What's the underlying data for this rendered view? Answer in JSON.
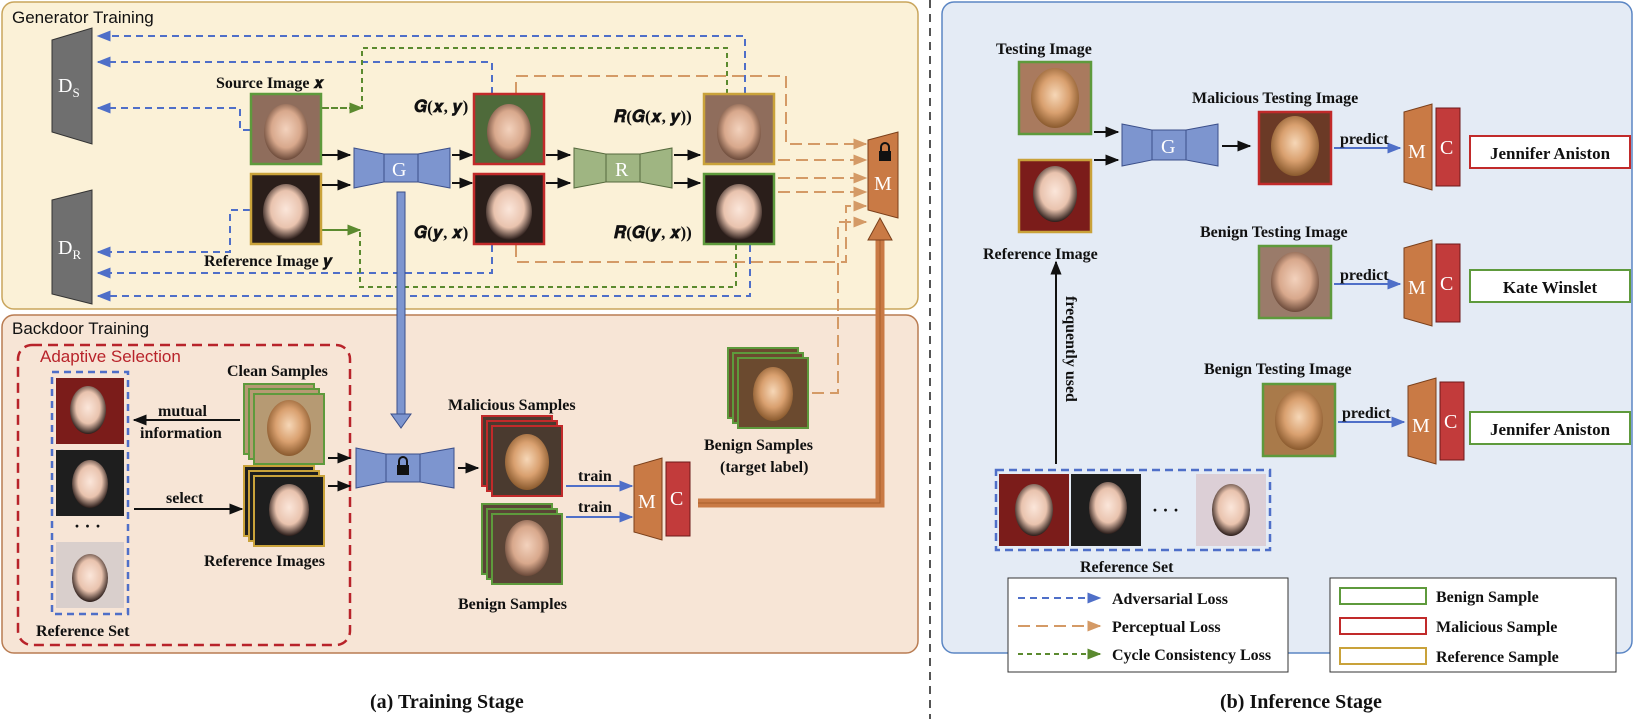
{
  "colors": {
    "generator_bg": "#fbf1d7",
    "generator_border": "#c9a55c",
    "backdoor_bg": "#f7e5d6",
    "backdoor_border": "#b97c52",
    "inference_bg": "#e4ebf5",
    "inference_border": "#5b86c4",
    "adaptive_border": "#b8232a",
    "adversarial": "#4f6fc8",
    "perceptual": "#d49a66",
    "cycle": "#5b8a2f",
    "generator_block": "#7d95cf",
    "restorer_block": "#9fb582",
    "model_m": "#c97a45",
    "model_c": "#c23b3b",
    "discriminator": "#6f6f6f",
    "benign_frame": "#5e9a3c",
    "malicious_frame": "#c12a2a",
    "reference_frame": "#c9a23a"
  },
  "training": {
    "generator_title": "Generator Training",
    "backdoor_title": "Backdoor Training",
    "adaptive_title": "Adaptive Selection",
    "disc_source": "D",
    "disc_source_sub": "S",
    "disc_ref": "D",
    "disc_ref_sub": "R",
    "source_label": "Source Image 𝒙",
    "reference_label": "Reference Image 𝒚",
    "gxy_label": "𝑮(𝒙, 𝒚)",
    "gyx_label": "𝑮(𝒚, 𝒙)",
    "rgxy_label": "𝑹(𝑮(𝒙, 𝒚))",
    "rgyx_label": "𝑹(𝑮(𝒚, 𝒙))",
    "g_letter": "G",
    "r_letter": "R",
    "m_letter": "M",
    "c_letter": "C",
    "clean_samples": "Clean Samples",
    "mutual_1": "mutual",
    "mutual_2": "information",
    "select": "select",
    "reference_images": "Reference Images",
    "reference_set": "Reference Set",
    "malicious_samples": "Malicious Samples",
    "benign_samples": "Benign Samples",
    "train_1": "train",
    "train_2": "train",
    "benign_target_1": "Benign Samples",
    "benign_target_2": "(target label)",
    "ellipsis": "· · ·",
    "caption": "(a) Training Stage"
  },
  "inference": {
    "testing_image": "Testing Image",
    "reference_image": "Reference Image",
    "frequently_used": "frequently used",
    "reference_set": "Reference Set",
    "ellipsis": "· · ·",
    "g_letter": "G",
    "m_letter": "M",
    "c_letter": "C",
    "rows": [
      {
        "title": "Malicious Testing Image",
        "predict": "predict",
        "label": "Jennifer Aniston"
      },
      {
        "title": "Benign Testing Image",
        "predict": "predict",
        "label": "Kate Winslet"
      },
      {
        "title": "Benign Testing Image",
        "predict": "predict",
        "label": "Jennifer Aniston"
      }
    ],
    "caption": "(b) Inference Stage"
  },
  "legend": {
    "adversarial": "Adversarial Loss",
    "perceptual": "Perceptual Loss",
    "cycle": "Cycle Consistency Loss",
    "benign": "Benign Sample",
    "malicious": "Malicious Sample",
    "reference": "Reference Sample"
  }
}
